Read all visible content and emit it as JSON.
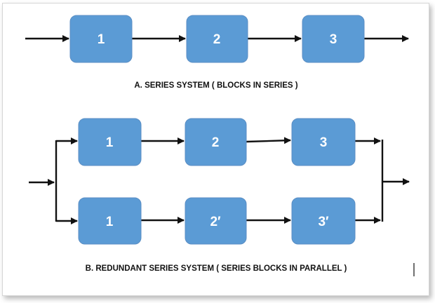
{
  "diagram": {
    "series": {
      "blocks": [
        "1",
        "2",
        "3"
      ],
      "caption": "A. SERIES SYSTEM  ( BLOCKS IN SERIES )"
    },
    "redundant": {
      "top_blocks": [
        "1",
        "2",
        "3"
      ],
      "bottom_blocks": [
        "1",
        "2′",
        "3′"
      ],
      "caption": "B. REDUNDANT SERIES SYSTEM  ( SERIES BLOCKS IN PARALLEL )"
    }
  },
  "colors": {
    "block_fill": "#5b9bd5",
    "block_text": "#ffffff",
    "line": "#111111"
  },
  "icons": {
    "text_cursor": "text-cursor-icon"
  }
}
